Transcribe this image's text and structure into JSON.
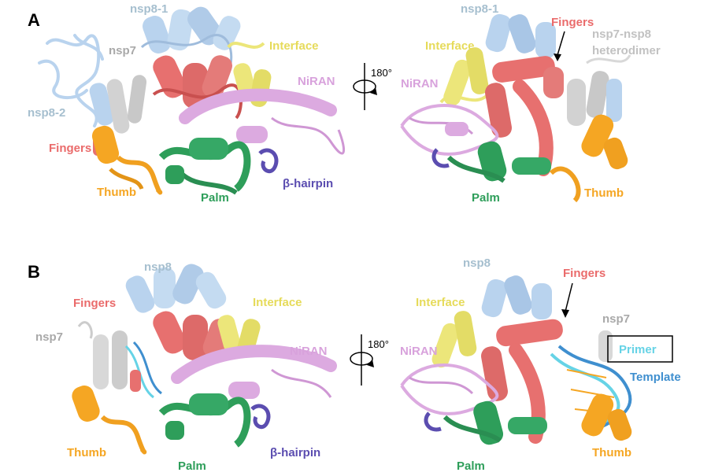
{
  "panels": {
    "a": {
      "letter": "A",
      "left": {
        "nsp8_1": "nsp8-1",
        "nsp7": "nsp7",
        "nsp8_2": "nsp8-2",
        "interface": "Interface",
        "niran": "NiRAN",
        "fingers": "Fingers",
        "thumb": "Thumb",
        "palm": "Palm",
        "hairpin": "β-hairpin"
      },
      "rotation": "180°",
      "right": {
        "nsp8_1": "nsp8-1",
        "interface": "Interface",
        "fingers": "Fingers",
        "heterodimer_line1": "nsp7-nsp8",
        "heterodimer_line2": "heterodimer",
        "niran": "NiRAN",
        "palm": "Palm",
        "thumb": "Thumb"
      }
    },
    "b": {
      "letter": "B",
      "left": {
        "nsp8": "nsp8",
        "fingers": "Fingers",
        "interface": "Interface",
        "nsp7": "nsp7",
        "niran": "NiRAN",
        "thumb": "Thumb",
        "palm": "Palm",
        "hairpin": "β-hairpin"
      },
      "rotation": "180°",
      "right": {
        "nsp8": "nsp8",
        "fingers": "Fingers",
        "interface": "Interface",
        "nsp7": "nsp7",
        "niran": "NiRAN",
        "primer": "Primer",
        "template": "Template",
        "palm": "Palm",
        "thumb": "Thumb"
      }
    }
  },
  "colors": {
    "nsp8": "#b9d3ee",
    "nsp8_label": "#a6bfcf",
    "nsp7": "#cfcfcf",
    "nsp7_label": "#a9a9a9",
    "interface": "#ece67a",
    "interface_label": "#e6db5a",
    "niran": "#dcaae0",
    "niran_label": "#d8a2dc",
    "fingers": "#e7706f",
    "fingers_label": "#ea6b6b",
    "thumb": "#f5a623",
    "palm": "#2e9e5a",
    "hairpin": "#5b4db0",
    "primer": "#66d3e6",
    "template": "#3f8fcf"
  }
}
